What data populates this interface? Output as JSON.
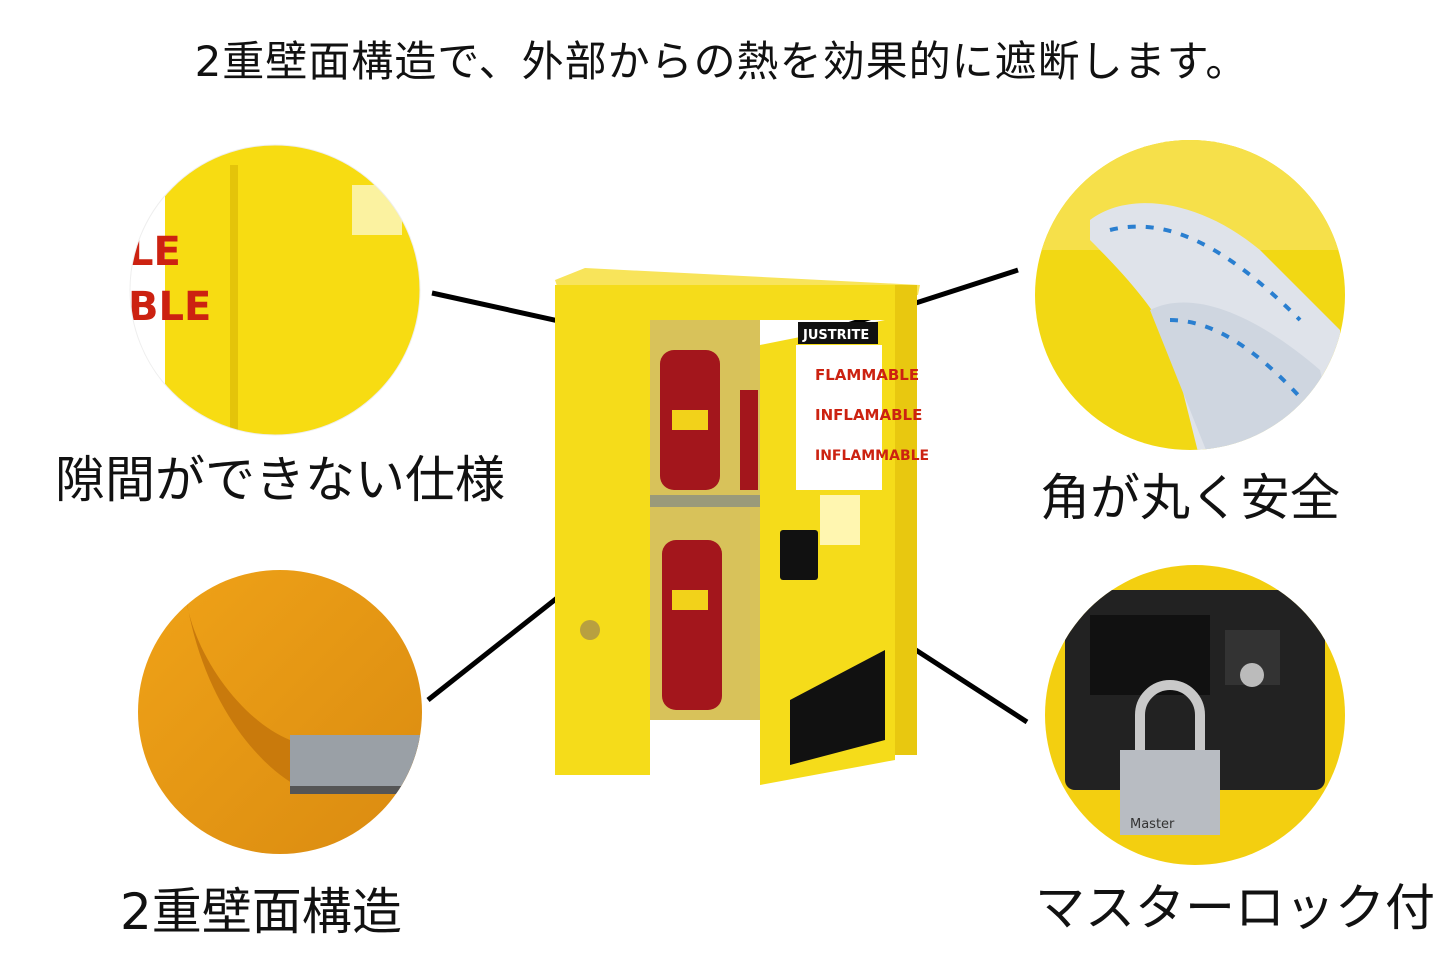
{
  "title": "2重壁面構造で、外部からの熱を効果的に遮断します。",
  "features": [
    {
      "label": "隙間ができない仕様"
    },
    {
      "label": "角が丸く安全"
    },
    {
      "label": "2重壁面構造"
    },
    {
      "label": "マスターロック付"
    }
  ],
  "product_markings": {
    "brand": "JUSTRITE",
    "warning_lines": [
      "FLAMMABLE",
      "INFLAMABLE",
      "INFLAMMABLE"
    ],
    "padlock_brand": "Master"
  },
  "colors": {
    "cabinet_yellow": "#f5dc1a",
    "cabinet_shadow": "#d9b80e",
    "can_red": "#a3161c",
    "line": "#000000"
  }
}
